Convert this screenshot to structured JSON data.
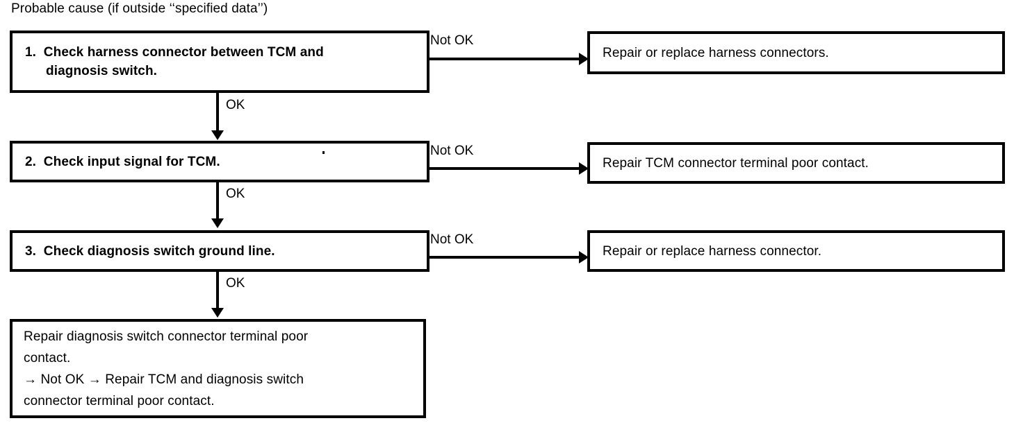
{
  "title": "Probable cause (if outside ‘‘specified data’’)",
  "steps": [
    {
      "id": "step-1",
      "text": "1.  Check harness connector between TCM and\ndiagnosis switch.",
      "fail_label": "Not OK",
      "pass_label": "OK",
      "result": "Repair or replace harness connectors."
    },
    {
      "id": "step-2",
      "text": "2.  Check input signal for TCM.",
      "fail_label": "Not OK",
      "pass_label": "OK",
      "result": "Repair TCM connector terminal poor contact."
    },
    {
      "id": "step-3",
      "text": "3.  Check diagnosis switch ground line.",
      "fail_label": "Not OK",
      "pass_label": "OK",
      "result": "Repair or replace harness connector."
    }
  ],
  "final": {
    "text": "Repair diagnosis switch connector terminal poor\ncontact.\n→ Not OK → Repair TCM and diagnosis switch\nconnector terminal poor contact."
  },
  "colors": {
    "ink": "#000000",
    "paper": "#ffffff"
  }
}
